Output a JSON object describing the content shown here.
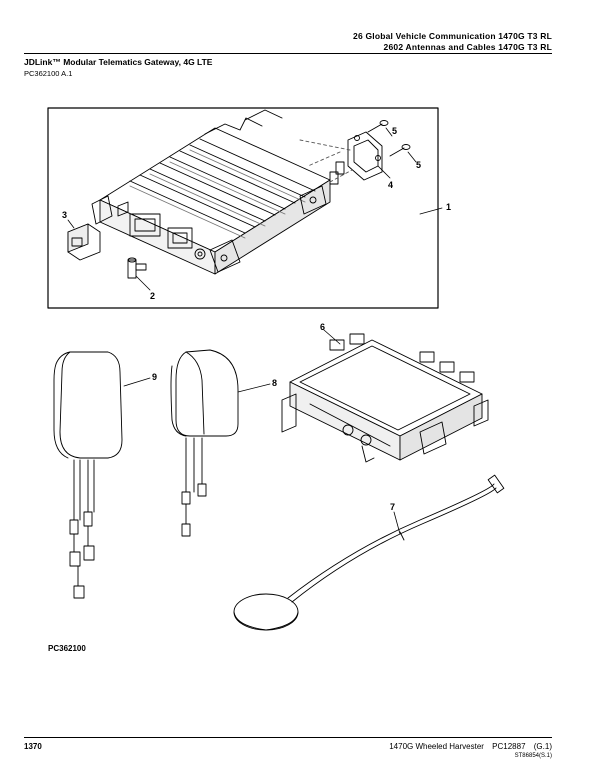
{
  "header": {
    "line1": "26 Global Vehicle Communication 1470G T3 RL",
    "line2": "2602 Antennas and Cables 1470G T3 RL"
  },
  "title": "JDLink™ Modular Telematics Gateway, 4G LTE",
  "subtitle": "PC362100 A.1",
  "figure": {
    "id": "PC362100",
    "callouts": [
      "1",
      "2",
      "3",
      "4",
      "5",
      "5",
      "6",
      "7",
      "8",
      "9"
    ]
  },
  "footer": {
    "page_number": "1370",
    "machine": "1470G Wheeled Harvester",
    "catalog": "PC12887",
    "revision": "(G.1)",
    "reference": "ST86854(S.1)"
  },
  "colors": {
    "ink": "#000000",
    "paper": "#ffffff",
    "line_gray": "#555555"
  }
}
